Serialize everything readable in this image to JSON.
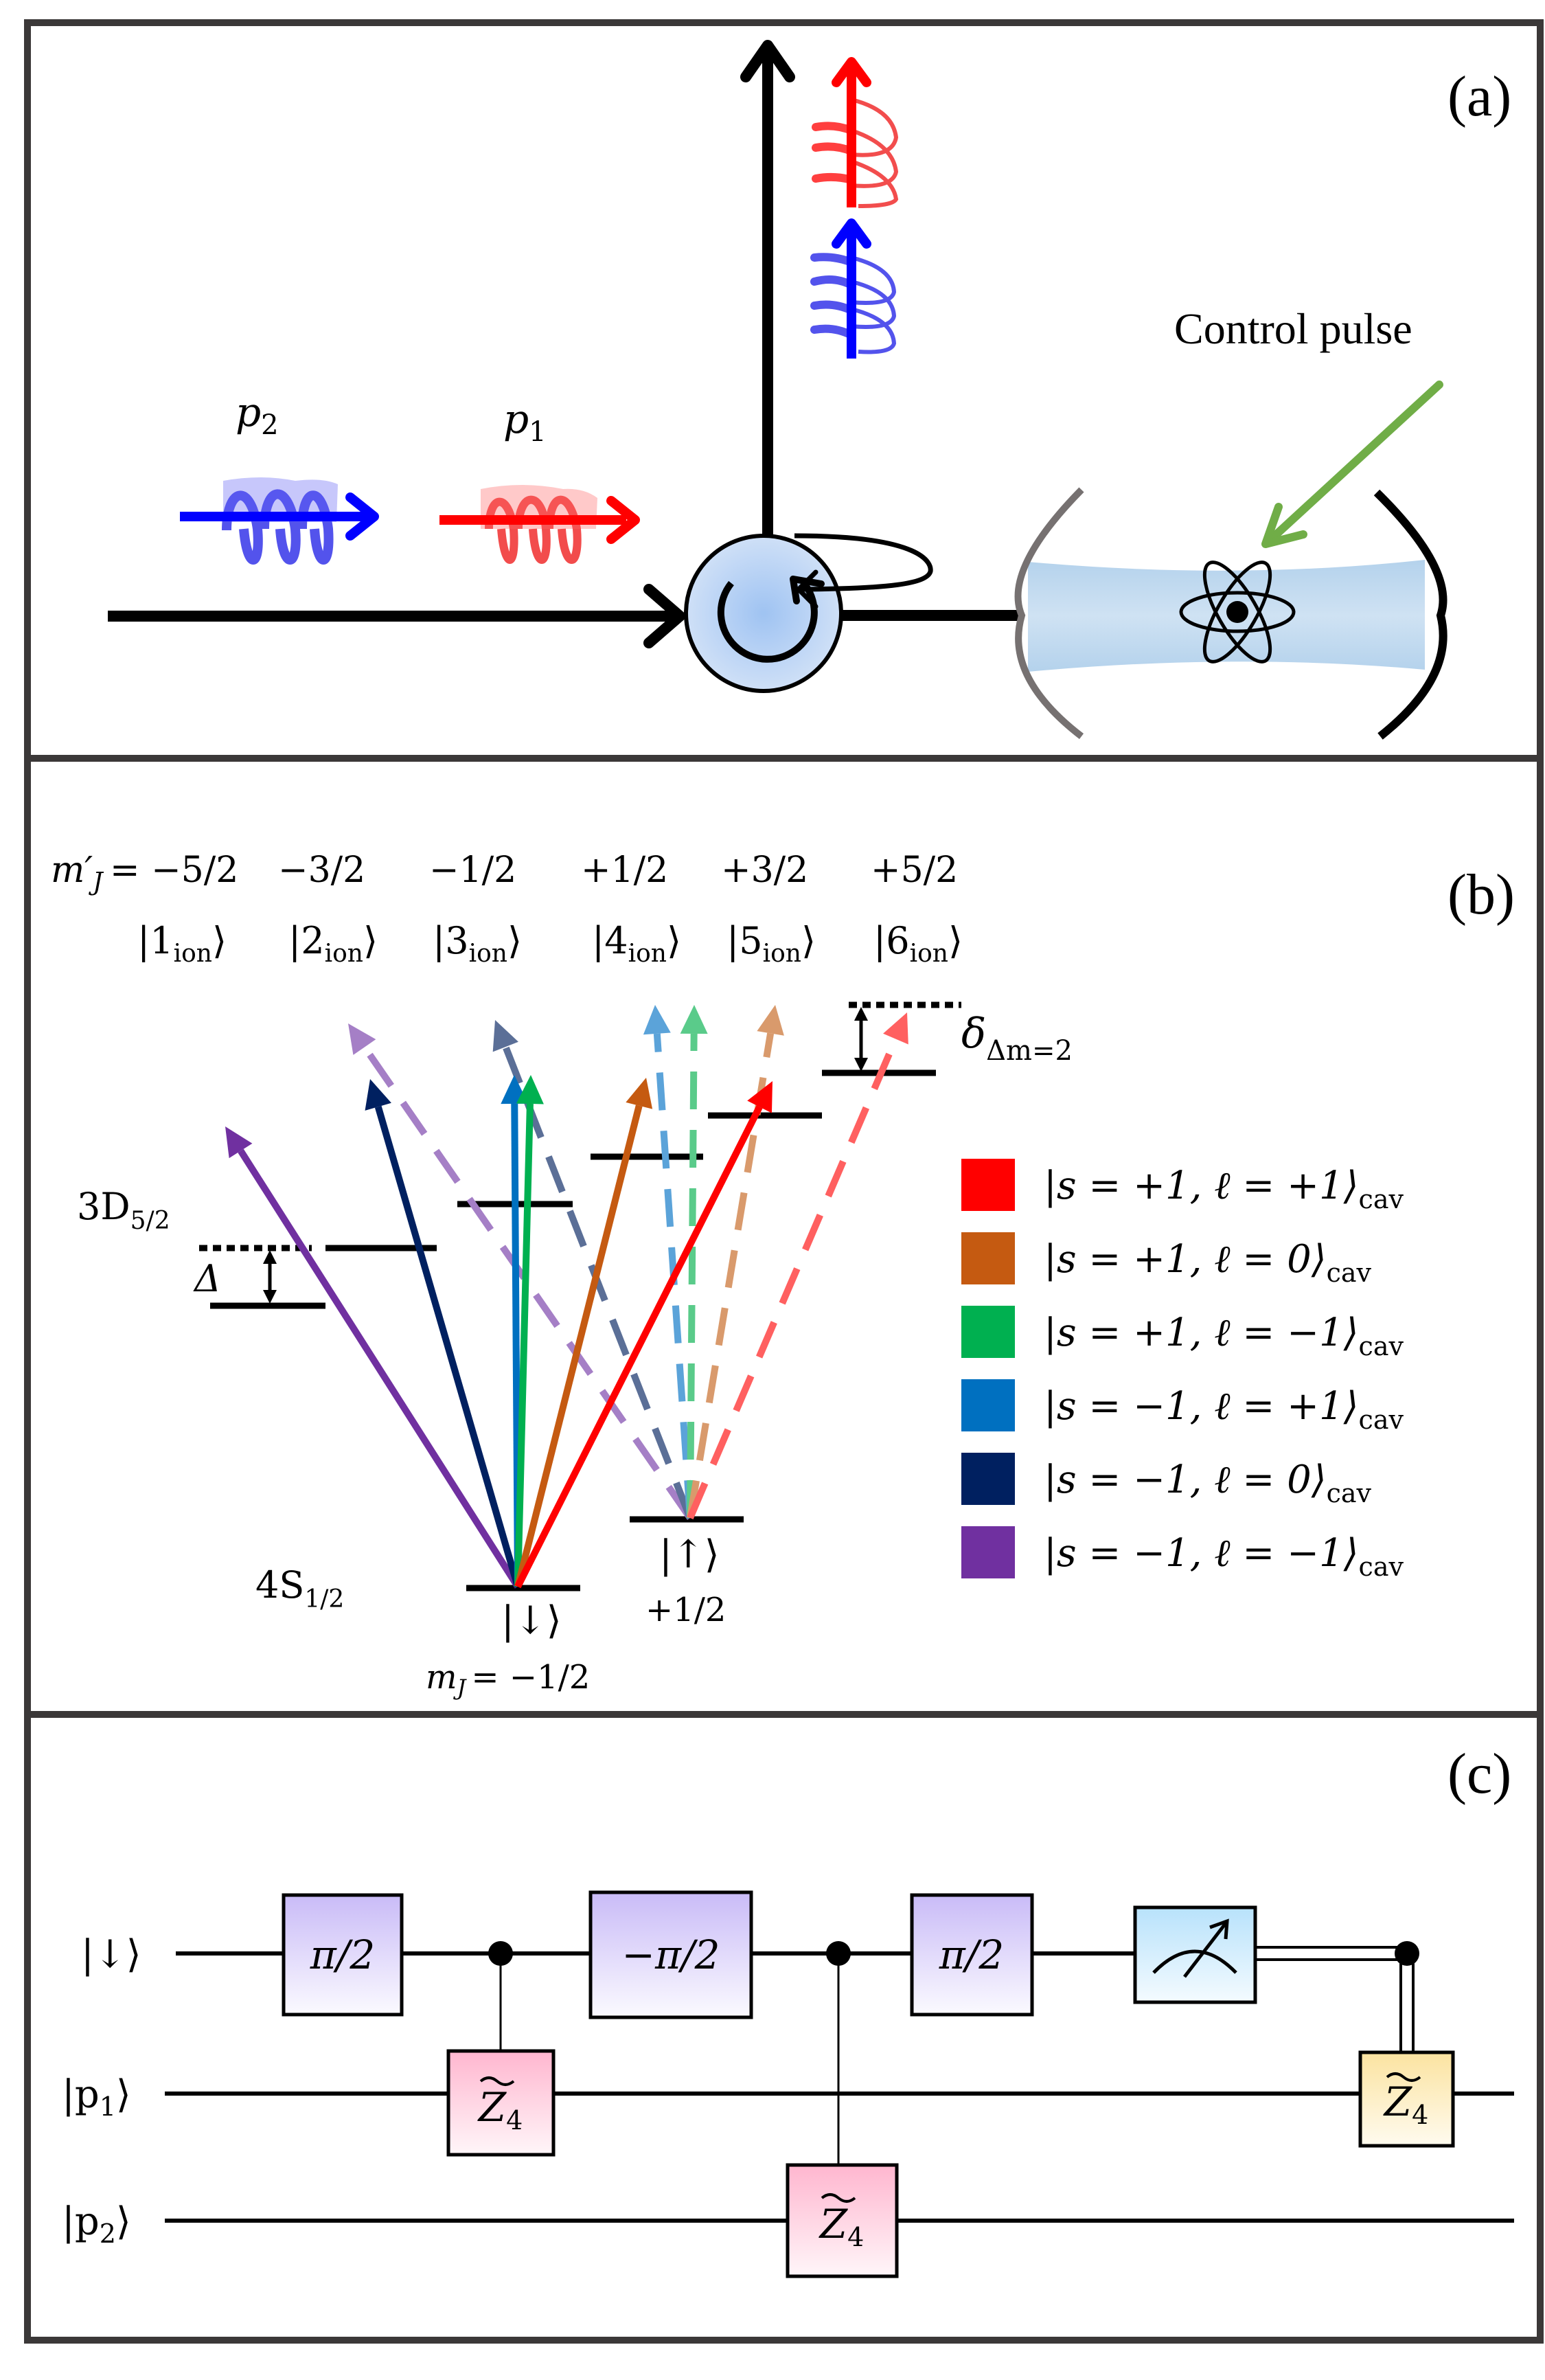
{
  "figure": {
    "panel_labels": [
      "(a)",
      "(b)",
      "(c)"
    ]
  },
  "panel_a": {
    "photon_labels": [
      {
        "id": "p2",
        "base": "p",
        "sub": "2",
        "color": "#0000ff"
      },
      {
        "id": "p1",
        "base": "p",
        "sub": "1",
        "color": "#ff0000"
      }
    ],
    "control_pulse_label": "Control pulse",
    "colors": {
      "photon_p2": "#0000ff",
      "photon_p1": "#ff0000",
      "control_pulse": "#70ad47",
      "circulator_fill": "#a9c9f2",
      "cavity_mode": "#bcd6ec",
      "mirror_left": "#767171",
      "mirror_right": "#000000"
    }
  },
  "panel_b": {
    "mj_prime_prefix": "m′",
    "mj_prime_sub": "J",
    "mj_values": [
      "= −5/2",
      "−3/2",
      "−1/2",
      "+1/2",
      "+3/2",
      "+5/2"
    ],
    "ion_states": [
      {
        "n": "1",
        "sub": "ion"
      },
      {
        "n": "2",
        "sub": "ion"
      },
      {
        "n": "3",
        "sub": "ion"
      },
      {
        "n": "4",
        "sub": "ion"
      },
      {
        "n": "5",
        "sub": "ion"
      },
      {
        "n": "6",
        "sub": "ion"
      }
    ],
    "level_D": {
      "base": "3D",
      "sub": "5/2"
    },
    "level_S": {
      "base": "4S",
      "sub": "1/2"
    },
    "delta_label": "Δ",
    "delta_dm2": {
      "base": "δ",
      "sub": "Δm=2"
    },
    "ground_down": {
      "ket": "|↓⟩",
      "mj_label": "m",
      "mj_sub": "J",
      "mj_value": "= −1/2"
    },
    "ground_up": {
      "ket": "|↑⟩",
      "mj_value": "+1/2"
    },
    "legend": [
      {
        "s": "+1",
        "l": "+1",
        "color": "#ff0000",
        "text_s": "|s = +1, ℓ = +1⟩",
        "sub": "cav"
      },
      {
        "s": "+1",
        "l": "0",
        "color": "#c55a11",
        "text_s": "|s = +1, ℓ = 0⟩",
        "sub": "cav"
      },
      {
        "s": "+1",
        "l": "−1",
        "color": "#00b050",
        "text_s": "|s = +1, ℓ = −1⟩",
        "sub": "cav"
      },
      {
        "s": "−1",
        "l": "+1",
        "color": "#0070c0",
        "text_s": "|s = −1, ℓ = +1⟩",
        "sub": "cav"
      },
      {
        "s": "−1",
        "l": "0",
        "color": "#002060",
        "text_s": "|s = −1, ℓ = 0⟩",
        "sub": "cav"
      },
      {
        "s": "−1",
        "l": "−1",
        "color": "#7030a0",
        "text_s": "|s = −1, ℓ = −1⟩",
        "sub": "cav"
      }
    ],
    "transitions_from_down": [
      {
        "to_state": 1,
        "color": "#7030a0"
      },
      {
        "to_state": 2,
        "color": "#002060"
      },
      {
        "to_state": 3,
        "color": "#0070c0"
      },
      {
        "to_state": 3,
        "color": "#00b050"
      },
      {
        "to_state": 4,
        "color": "#c55a11"
      },
      {
        "to_state": 5,
        "color": "#ff0000"
      }
    ],
    "transitions_from_up_dashed": [
      {
        "to": "above-2",
        "color": "#a57fc6"
      },
      {
        "to": "above-3",
        "color": "#5b6f97"
      },
      {
        "to": "above-4",
        "color": "#5ba3d9"
      },
      {
        "to": "above-4",
        "color": "#5acb8a"
      },
      {
        "to": "above-5",
        "color": "#d99a6c"
      },
      {
        "to": "above-6",
        "color": "#ff6060"
      }
    ]
  },
  "panel_c": {
    "wires": [
      {
        "id": "down",
        "label": "|↓⟩"
      },
      {
        "id": "p1",
        "label_base": "|p",
        "label_sub": "1",
        "label_end": "⟩"
      },
      {
        "id": "p2",
        "label_base": "|p",
        "label_sub": "2",
        "label_end": "⟩"
      }
    ],
    "gates": [
      {
        "id": "rot1",
        "label": "π/2",
        "wire": "down",
        "color": "#c9bbf7"
      },
      {
        "id": "cz1",
        "label_base": "Z",
        "label_sub": "4",
        "tilde": true,
        "wire": "p1",
        "control": "down",
        "color": "#ffb6cf"
      },
      {
        "id": "rot2",
        "label": "−π/2",
        "wire": "down",
        "color": "#c9bbf7"
      },
      {
        "id": "cz2",
        "label_base": "Z",
        "label_sub": "4",
        "tilde": true,
        "wire": "p2",
        "control": "down",
        "color": "#ffb6cf"
      },
      {
        "id": "rot3",
        "label": "π/2",
        "wire": "down",
        "color": "#c9bbf7"
      },
      {
        "id": "measure",
        "label": "",
        "wire": "down",
        "color": "#b8e2fb"
      },
      {
        "id": "cz3",
        "label_base": "Z",
        "label_sub": "4",
        "tilde": true,
        "wire": "p1",
        "control": "classical",
        "color": "#fbe3a0"
      }
    ]
  }
}
